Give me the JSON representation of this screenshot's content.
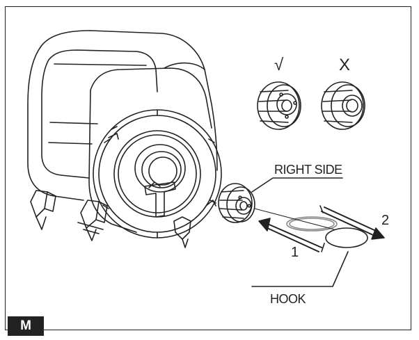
{
  "labels": {
    "correct_mark": "√",
    "wrong_mark": "X",
    "right_side": "RIGHT SIDE",
    "step_1": "1",
    "step_2": "2",
    "hook": "HOOK",
    "panel": "M"
  },
  "colors": {
    "ink": "#222222",
    "background": "#ffffff",
    "badge_bg": "#222222",
    "badge_text": "#ffffff"
  }
}
